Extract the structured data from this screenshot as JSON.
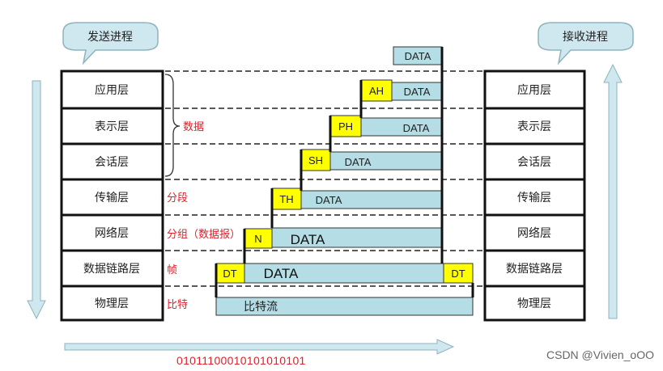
{
  "bubbles": {
    "send": "发送进程",
    "receive": "接收进程"
  },
  "layers": [
    "应用层",
    "表示层",
    "会话层",
    "传输层",
    "网络层",
    "数据链路层",
    "物理层"
  ],
  "pdu_labels": {
    "data": "数据",
    "segment": "分段",
    "packet": "分组（数据报）",
    "frame": "帧",
    "bits": "比特"
  },
  "headers": {
    "ah": "AH",
    "ph": "PH",
    "sh": "SH",
    "th": "TH",
    "n": "N",
    "dt_left": "DT",
    "dt_right": "DT"
  },
  "data_label": "DATA",
  "bit_stream_label": "比特流",
  "bit_string": "01011100010101010101",
  "watermark": "CSDN @Vivien_oOO",
  "colors": {
    "header_fill": "#ffff00",
    "data_fill": "#b4dde6",
    "arrow_fill": "#cfe7ee",
    "arrow_stroke": "#8fb3bd",
    "pdu_text": "#e0202a"
  }
}
